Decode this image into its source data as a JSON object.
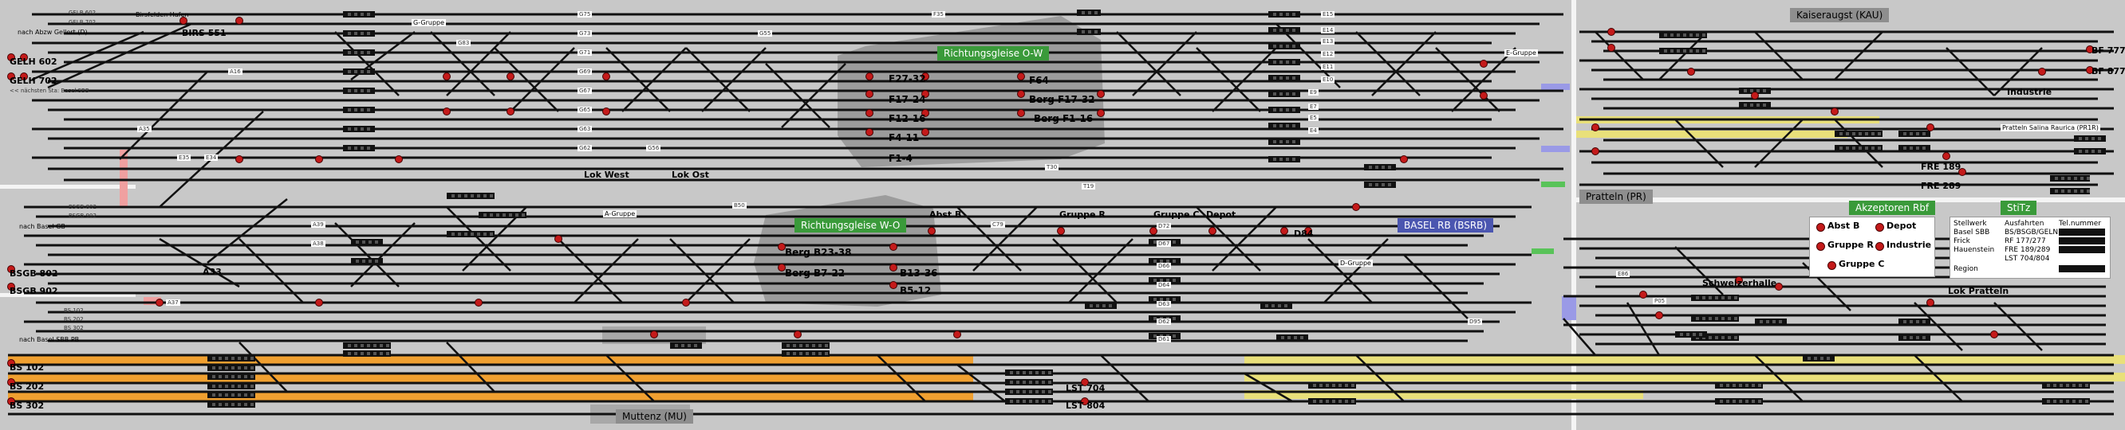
{
  "window": {
    "title": ""
  },
  "colors": {
    "background": "#c8c8c8",
    "track": "#111111",
    "route_orange": "#f0a030",
    "route_yellow": "#e9e07a",
    "zone_grey": "#9a9a9a",
    "signal_red": "#c41a1a",
    "badge_green": "#3a9a3a",
    "badge_blue": "#4b56b0",
    "panel_white": "#ffffff"
  },
  "west_labels": {
    "origin_top_a": "nach Abzw Gellert (D)",
    "gelb_a": "GELB 602",
    "gelb_b": "GELB 702",
    "gelh_a": "GELH 602",
    "gelh_b": "GELH 702",
    "next_stop_note": "<< nächsten Sta: Basel SBB",
    "birsfelden": "Birsfelden Hafen",
    "birs": "BIRS 551",
    "nach_basel_gb": "nach Basel GB",
    "bsgb_a": "BSGB 802",
    "bsgb_b": "BSGB 902",
    "bsgb_c": "BSGB 802",
    "bsgb_d": "BSGB 902",
    "nach_basel_sbb": "nach Basel SBB PB",
    "bs_a": "BS 102",
    "bs_b": "BS 202",
    "bs_c": "BS 302",
    "bs_1": "BS 102",
    "bs_2": "BS 202",
    "bs_3": "BS 302"
  },
  "group_labels": {
    "g_gruppe": "G-Gruppe",
    "a_gruppe": "A-Gruppe",
    "d_gruppe": "D-Gruppe",
    "e_gruppe": "E-Gruppe",
    "lok_west": "Lok West",
    "lok_ost": "Lok Ost",
    "a33": "A33",
    "abst_b": "Abst B",
    "gruppe_r": "Gruppe R",
    "gruppe_c": "Gruppe C",
    "depot": "Depot",
    "d84": "D84",
    "schweizerhalle": "Schweizerhalle",
    "lok_pratteln": "Lok Pratteln",
    "industrie": "Industrie",
    "lst_704": "LST 704",
    "lst_804": "LST 804",
    "bf_777": "BF 777",
    "bf_877": "BF 877",
    "fre_189": "FRE 189",
    "fre_289": "FRE 289",
    "salina": "Pratteln Salina Raurica (PR1R)"
  },
  "zone_labels": {
    "f27": "F27-32",
    "f17": "F17-24",
    "f12": "F12-16",
    "f4": "F4-11",
    "f1": "F1-4",
    "f64": "F64",
    "berg_f17": "Berg F17-32",
    "berg_f1": "Berg F1-16",
    "berg_b23": "Berg B23-38",
    "berg_b7": "Berg B7-22",
    "b13": "B13-36",
    "b5": "B5-12"
  },
  "badges": {
    "richtung_ow": "Richtungsgleise O-W",
    "richtung_wo": "Richtungsgleise W-O",
    "kaiseraugst": "Kaiseraugst (KAU)",
    "pratteln": "Pratteln (PR)",
    "basel_rb": "BASEL RB (BSRB)",
    "muttenz": "Muttenz (MU)",
    "akzeptoren": "Akzeptoren Rbf",
    "stitz": "StiTz"
  },
  "legend": {
    "abst_b": "Abst B",
    "depot": "Depot",
    "gruppe_r": "Gruppe R",
    "industrie": "Industrie",
    "gruppe_c": "Gruppe C"
  },
  "stellwerk_panel": {
    "col1_header": "Stellwerk",
    "col2_header": "Ausfahrten",
    "col3_header": "Tel.nummer",
    "rows": [
      {
        "a": "Basel SBB",
        "b": "BS/BSGB/GELN"
      },
      {
        "a": "Frick",
        "b": "RF 177/277"
      },
      {
        "a": "Hauenstein",
        "b": "FRE 189/289"
      },
      {
        "a": "",
        "b": "LST 704/804"
      }
    ],
    "region": "Region"
  },
  "track_ids": {
    "e15": "E15",
    "e14": "E14",
    "e13": "E13",
    "e12": "E12",
    "e11": "E11",
    "e10": "E10",
    "e9": "E9",
    "e7": "E7",
    "e5": "E5",
    "e4": "E4",
    "d67": "D67",
    "d66": "D66",
    "d64": "D64",
    "d63": "D63",
    "d62": "D62",
    "d61": "D61",
    "d72": "D72",
    "d95": "D95",
    "g75": "G75",
    "g73": "G73",
    "g71": "G71",
    "g69": "G69",
    "g67": "G67",
    "g65": "G65",
    "g63": "G63",
    "g62": "G62",
    "g56": "G56",
    "g83": "G83",
    "a16": "A16",
    "a39": "A39",
    "a38": "A38",
    "a37": "A37",
    "a35": "A35",
    "t30": "T30",
    "t19": "T19",
    "c79": "C79",
    "p05": "P05",
    "e86": "E86",
    "f35": "F35",
    "g55": "G55",
    "b50": "B50",
    "e35": "E35",
    "e34": "E34"
  }
}
